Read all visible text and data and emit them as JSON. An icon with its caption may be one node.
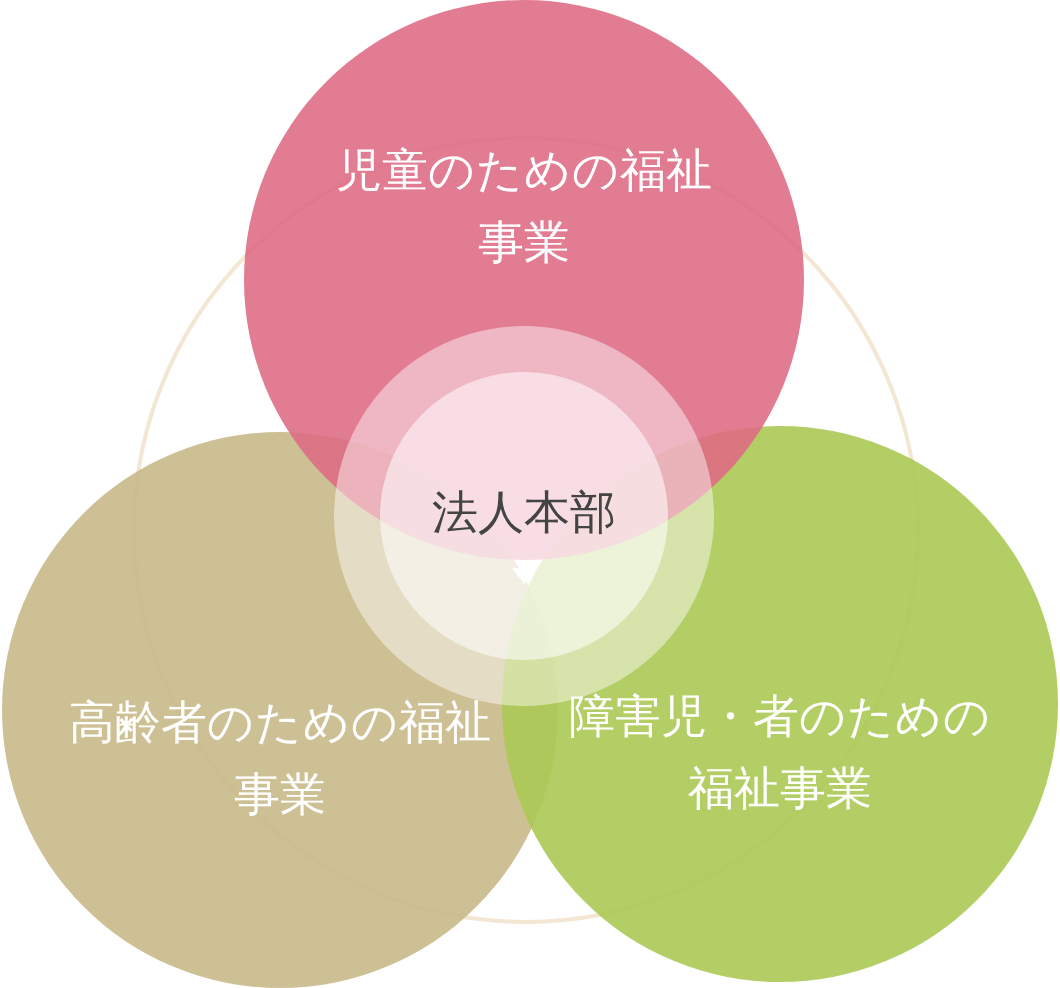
{
  "diagram": {
    "nodes": [
      {
        "text": [
          "児童のための福祉事業"
        ]
      },
      {
        "text": [
          "法人本部"
        ]
      },
      {
        "text": [
          "高齢者のための福祉事業"
        ]
      },
      {
        "text": [
          "障害児・者のための福祉事業"
        ]
      }
    ],
    "edges": []
  }
}
